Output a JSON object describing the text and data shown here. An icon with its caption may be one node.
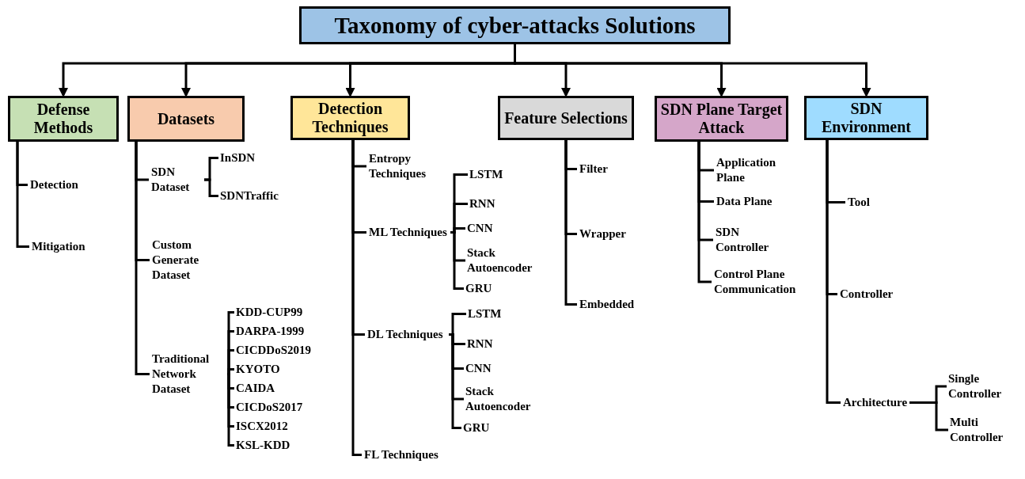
{
  "diagram": {
    "nodes": [
      {
        "text": [
          "Taxonomy of cyber-attacks Solutions"
        ]
      },
      {
        "text": [
          "Defense Methods"
        ]
      },
      {
        "text": [
          "Datasets"
        ]
      },
      {
        "text": [
          "Detection Techniques"
        ]
      },
      {
        "text": [
          "Feature Selections"
        ]
      },
      {
        "text": [
          "SDN Plane Target Attack"
        ]
      },
      {
        "text": [
          "SDN Environment"
        ]
      },
      {
        "text": [
          "Detection"
        ]
      },
      {
        "text": [
          "Mitigation"
        ]
      },
      {
        "text": [
          "SDN Dataset"
        ]
      },
      {
        "text": [
          "InSDN"
        ]
      },
      {
        "text": [
          "SDNTraffic"
        ]
      },
      {
        "text": [
          "Custom Generate Dataset"
        ]
      },
      {
        "text": [
          "Traditional Network Dataset"
        ]
      },
      {
        "text": [
          "KDD-CUP99"
        ]
      },
      {
        "text": [
          "DARPA-1999"
        ]
      },
      {
        "text": [
          "CICDDoS2019"
        ]
      },
      {
        "text": [
          "KYOTO"
        ]
      },
      {
        "text": [
          "CAIDA"
        ]
      },
      {
        "text": [
          "CICDoS2017"
        ]
      },
      {
        "text": [
          "ISCX2012"
        ]
      },
      {
        "text": [
          "KSL-KDD"
        ]
      },
      {
        "text": [
          "Entropy Techniques"
        ]
      },
      {
        "text": [
          "ML Techniques"
        ]
      },
      {
        "text": [
          "LSTM"
        ]
      },
      {
        "text": [
          "RNN"
        ]
      },
      {
        "text": [
          "CNN"
        ]
      },
      {
        "text": [
          "Stack Autoencoder"
        ]
      },
      {
        "text": [
          "GRU"
        ]
      },
      {
        "text": [
          "DL Techniques"
        ]
      },
      {
        "text": [
          "LSTM"
        ]
      },
      {
        "text": [
          "RNN"
        ]
      },
      {
        "text": [
          "CNN"
        ]
      },
      {
        "text": [
          "Stack Autoencoder"
        ]
      },
      {
        "text": [
          "GRU"
        ]
      },
      {
        "text": [
          "FL Techniques"
        ]
      },
      {
        "text": [
          "Filter"
        ]
      },
      {
        "text": [
          "Wrapper"
        ]
      },
      {
        "text": [
          "Embedded"
        ]
      },
      {
        "text": [
          "Application Plane"
        ]
      },
      {
        "text": [
          "Data Plane"
        ]
      },
      {
        "text": [
          "SDN Controller"
        ]
      },
      {
        "text": [
          "Control Plane Communication"
        ]
      },
      {
        "text": [
          "Tool"
        ]
      },
      {
        "text": [
          "Controller"
        ]
      },
      {
        "text": [
          "Architecture"
        ]
      },
      {
        "text": [
          "Single Controller"
        ]
      },
      {
        "text": [
          "Multi Controller"
        ]
      }
    ],
    "edges": [
      {
        "from": 0,
        "to": 1,
        "arrow": "to"
      },
      {
        "from": 0,
        "to": 2,
        "arrow": "to"
      },
      {
        "from": 0,
        "to": 3,
        "arrow": "to"
      },
      {
        "from": 0,
        "to": 4,
        "arrow": "to"
      },
      {
        "from": 0,
        "to": 5,
        "arrow": "to"
      },
      {
        "from": 0,
        "to": 6,
        "arrow": "to"
      },
      {
        "from": 1,
        "to": 7,
        "arrow": "none"
      },
      {
        "from": 1,
        "to": 8,
        "arrow": "none"
      },
      {
        "from": 2,
        "to": 9,
        "arrow": "none"
      },
      {
        "from": 2,
        "to": 12,
        "arrow": "none"
      },
      {
        "from": 2,
        "to": 13,
        "arrow": "none"
      },
      {
        "from": 9,
        "to": 10,
        "arrow": "none"
      },
      {
        "from": 9,
        "to": 11,
        "arrow": "none"
      },
      {
        "from": 13,
        "to": 14,
        "arrow": "none"
      },
      {
        "from": 13,
        "to": 15,
        "arrow": "none"
      },
      {
        "from": 13,
        "to": 16,
        "arrow": "none"
      },
      {
        "from": 13,
        "to": 17,
        "arrow": "none"
      },
      {
        "from": 13,
        "to": 18,
        "arrow": "none"
      },
      {
        "from": 13,
        "to": 19,
        "arrow": "none"
      },
      {
        "from": 13,
        "to": 20,
        "arrow": "none"
      },
      {
        "from": 13,
        "to": 21,
        "arrow": "none"
      },
      {
        "from": 3,
        "to": 22,
        "arrow": "none"
      },
      {
        "from": 3,
        "to": 23,
        "arrow": "none"
      },
      {
        "from": 3,
        "to": 29,
        "arrow": "none"
      },
      {
        "from": 3,
        "to": 35,
        "arrow": "none"
      },
      {
        "from": 23,
        "to": 24,
        "arrow": "none"
      },
      {
        "from": 23,
        "to": 25,
        "arrow": "none"
      },
      {
        "from": 23,
        "to": 26,
        "arrow": "none"
      },
      {
        "from": 23,
        "to": 27,
        "arrow": "none"
      },
      {
        "from": 23,
        "to": 28,
        "arrow": "none"
      },
      {
        "from": 29,
        "to": 30,
        "arrow": "none"
      },
      {
        "from": 29,
        "to": 31,
        "arrow": "none"
      },
      {
        "from": 29,
        "to": 32,
        "arrow": "none"
      },
      {
        "from": 29,
        "to": 33,
        "arrow": "none"
      },
      {
        "from": 29,
        "to": 34,
        "arrow": "none"
      },
      {
        "from": 4,
        "to": 36,
        "arrow": "none"
      },
      {
        "from": 4,
        "to": 37,
        "arrow": "none"
      },
      {
        "from": 4,
        "to": 38,
        "arrow": "none"
      },
      {
        "from": 5,
        "to": 39,
        "arrow": "none"
      },
      {
        "from": 5,
        "to": 40,
        "arrow": "none"
      },
      {
        "from": 5,
        "to": 41,
        "arrow": "none"
      },
      {
        "from": 5,
        "to": 42,
        "arrow": "none"
      },
      {
        "from": 6,
        "to": 43,
        "arrow": "none"
      },
      {
        "from": 6,
        "to": 44,
        "arrow": "none"
      },
      {
        "from": 6,
        "to": 45,
        "arrow": "none"
      },
      {
        "from": 45,
        "to": 46,
        "arrow": "none"
      },
      {
        "from": 45,
        "to": 47,
        "arrow": "none"
      }
    ]
  }
}
